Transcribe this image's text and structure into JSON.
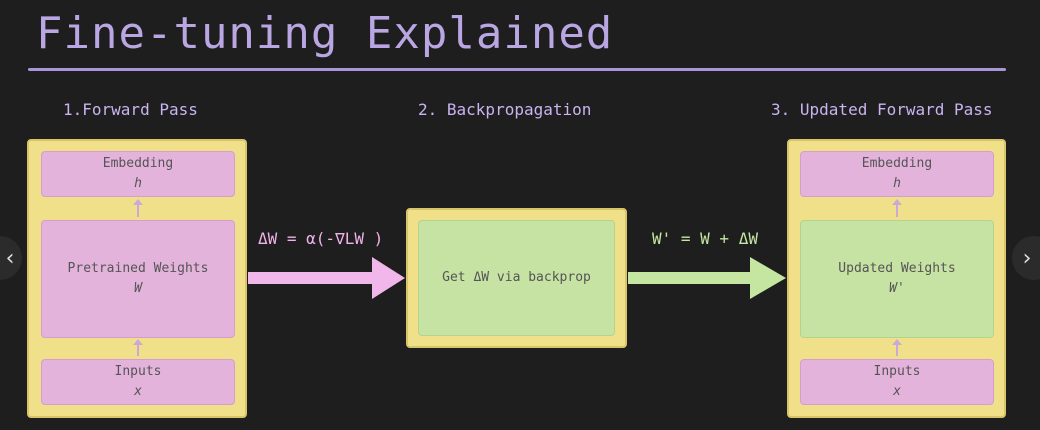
{
  "title": "Fine-tuning Explained",
  "steps": {
    "forward": "1.Forward Pass",
    "backprop": "2. Backpropagation",
    "updated": "3. Updated Forward Pass"
  },
  "left_column": {
    "embedding_label": "Embedding",
    "embedding_symbol": "h",
    "weights_label": "Pretrained Weights",
    "weights_symbol": "W",
    "inputs_label": "Inputs",
    "inputs_symbol": "x"
  },
  "middle": {
    "box_text": "Get ΔW via backprop",
    "left_arrow_formula": "ΔW = α(-∇LW )",
    "right_arrow_formula": "W' = W + ΔW"
  },
  "right_column": {
    "embedding_label": "Embedding",
    "embedding_symbol": "h",
    "weights_label": "Updated Weights",
    "weights_symbol": "W'",
    "inputs_label": "Inputs",
    "inputs_symbol": "x"
  },
  "nav": {
    "prev": "‹",
    "next": "›"
  },
  "colors": {
    "outer_box": "#f0e08a",
    "pink": "#e3b3dc",
    "green": "#c7e3a3",
    "pink_arrow": "#f2b7ea",
    "green_arrow": "#c5e6a0",
    "title": "#b9a6e2"
  }
}
